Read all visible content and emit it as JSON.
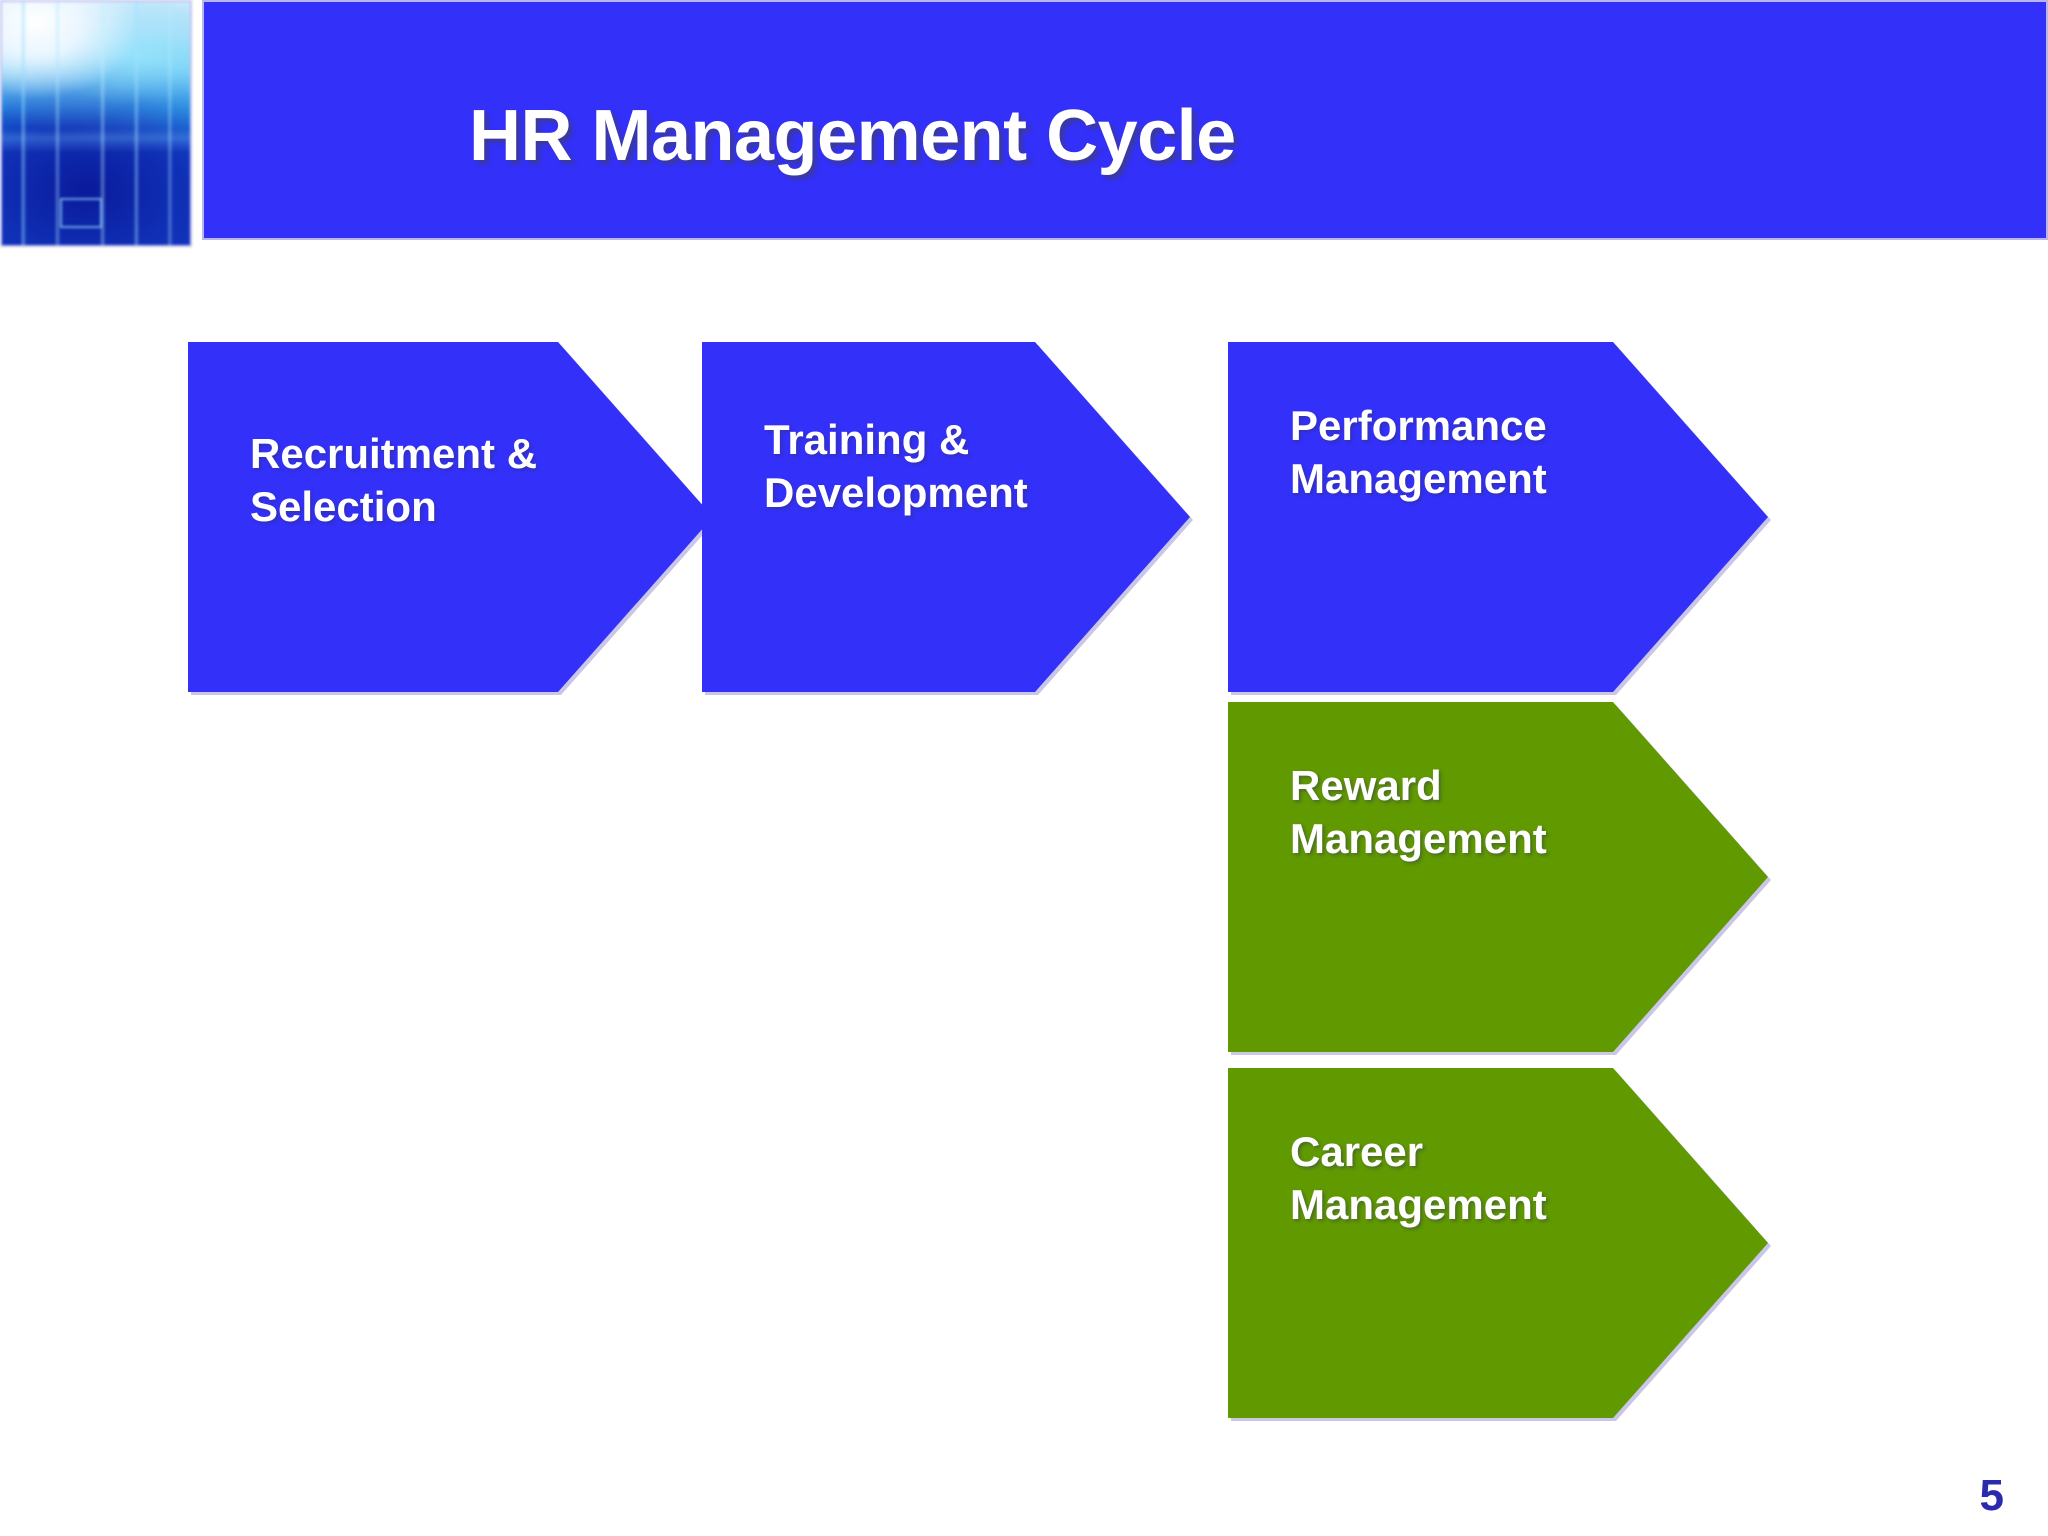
{
  "slide": {
    "title": "HR Management Cycle",
    "page_number": "5",
    "theme": {
      "banner_blue": "#3330FA",
      "chevron_blue": "#3330FA",
      "chevron_green": "#609900",
      "page_number_color": "#2A2AAE",
      "label_color": "#FFFFFF",
      "background": "#FFFFFF",
      "shadow_color": "#C9C6E8"
    },
    "decoration": {
      "name": "abstract-blue-technology-image",
      "description": "blurred blue abstract cityscape / technology graphic"
    }
  },
  "diagram": {
    "type": "process-chevron-flow",
    "stages": [
      {
        "id": "recruitment-selection",
        "label": "Recruitment &\nSelection",
        "color": "#3330FA",
        "row": 1,
        "column": 1
      },
      {
        "id": "training-development",
        "label": "Training &\nDevelopment",
        "color": "#3330FA",
        "row": 1,
        "column": 2
      },
      {
        "id": "performance-management",
        "label": "Performance\nManagement",
        "color": "#3330FA",
        "row": 1,
        "column": 3
      },
      {
        "id": "reward-management",
        "label": "Reward\nManagement",
        "color": "#609900",
        "row": 2,
        "column": 3
      },
      {
        "id": "career-management",
        "label": "Career\nManagement",
        "color": "#609900",
        "row": 3,
        "column": 3
      }
    ]
  }
}
